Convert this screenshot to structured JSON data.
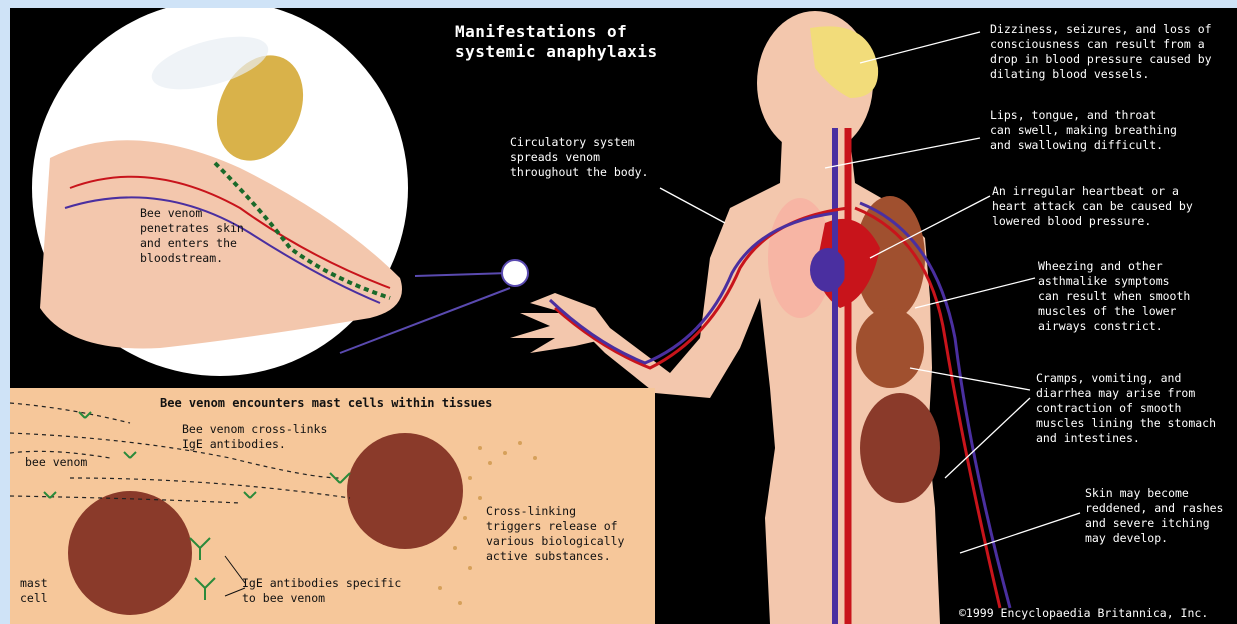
{
  "title": "Manifestations of\nsystemic anaphylaxis",
  "finger_caption": "Bee venom\npenetrates skin\nand enters the\nbloodstream.",
  "circulatory_caption": "Circulatory system\nspreads venom\nthroughout the body.",
  "symptoms": {
    "brain": "Dizziness, seizures, and loss of\nconsciousness can result from a\ndrop in blood pressure caused by\ndilating blood vessels.",
    "throat": "Lips, tongue, and throat\ncan swell, making breathing\nand swallowing difficult.",
    "heart": "An irregular heartbeat or a\nheart attack can be caused by\nlowered blood pressure.",
    "lungs": "Wheezing and other\nasthmalike symptoms\ncan result when smooth\nmuscles of the lower\nairways constrict.",
    "gut": "Cramps, vomiting, and\ndiarrhea may arise from\ncontraction of smooth\nmuscles lining the stomach\nand intestines.",
    "skin": "Skin may become\nreddened, and rashes\nand severe itching\nmay develop."
  },
  "mast_panel": {
    "title": "Bee venom encounters mast cells within tissues",
    "crosslink_caption": "Bee venom cross-links\nIgE antibodies.",
    "bee_venom_label": "bee venom",
    "release_caption": "Cross-linking\ntriggers release of\nvarious biologically\nactive substances.",
    "mast_cell_label": "mast\ncell",
    "ige_label": "IgE antibodies specific\nto bee venom"
  },
  "copyright": "©1999 Encyclopaedia Britannica, Inc.",
  "colors": {
    "background": "#000000",
    "page_border": "#cfe3f7",
    "panel": "#f6c79a",
    "skin": "#f3c7ad",
    "artery": "#c8141b",
    "vein": "#4a2fa0",
    "cell": "#8a3a2a",
    "antibody": "#e0c41a",
    "callout_line": "#ffffff"
  }
}
